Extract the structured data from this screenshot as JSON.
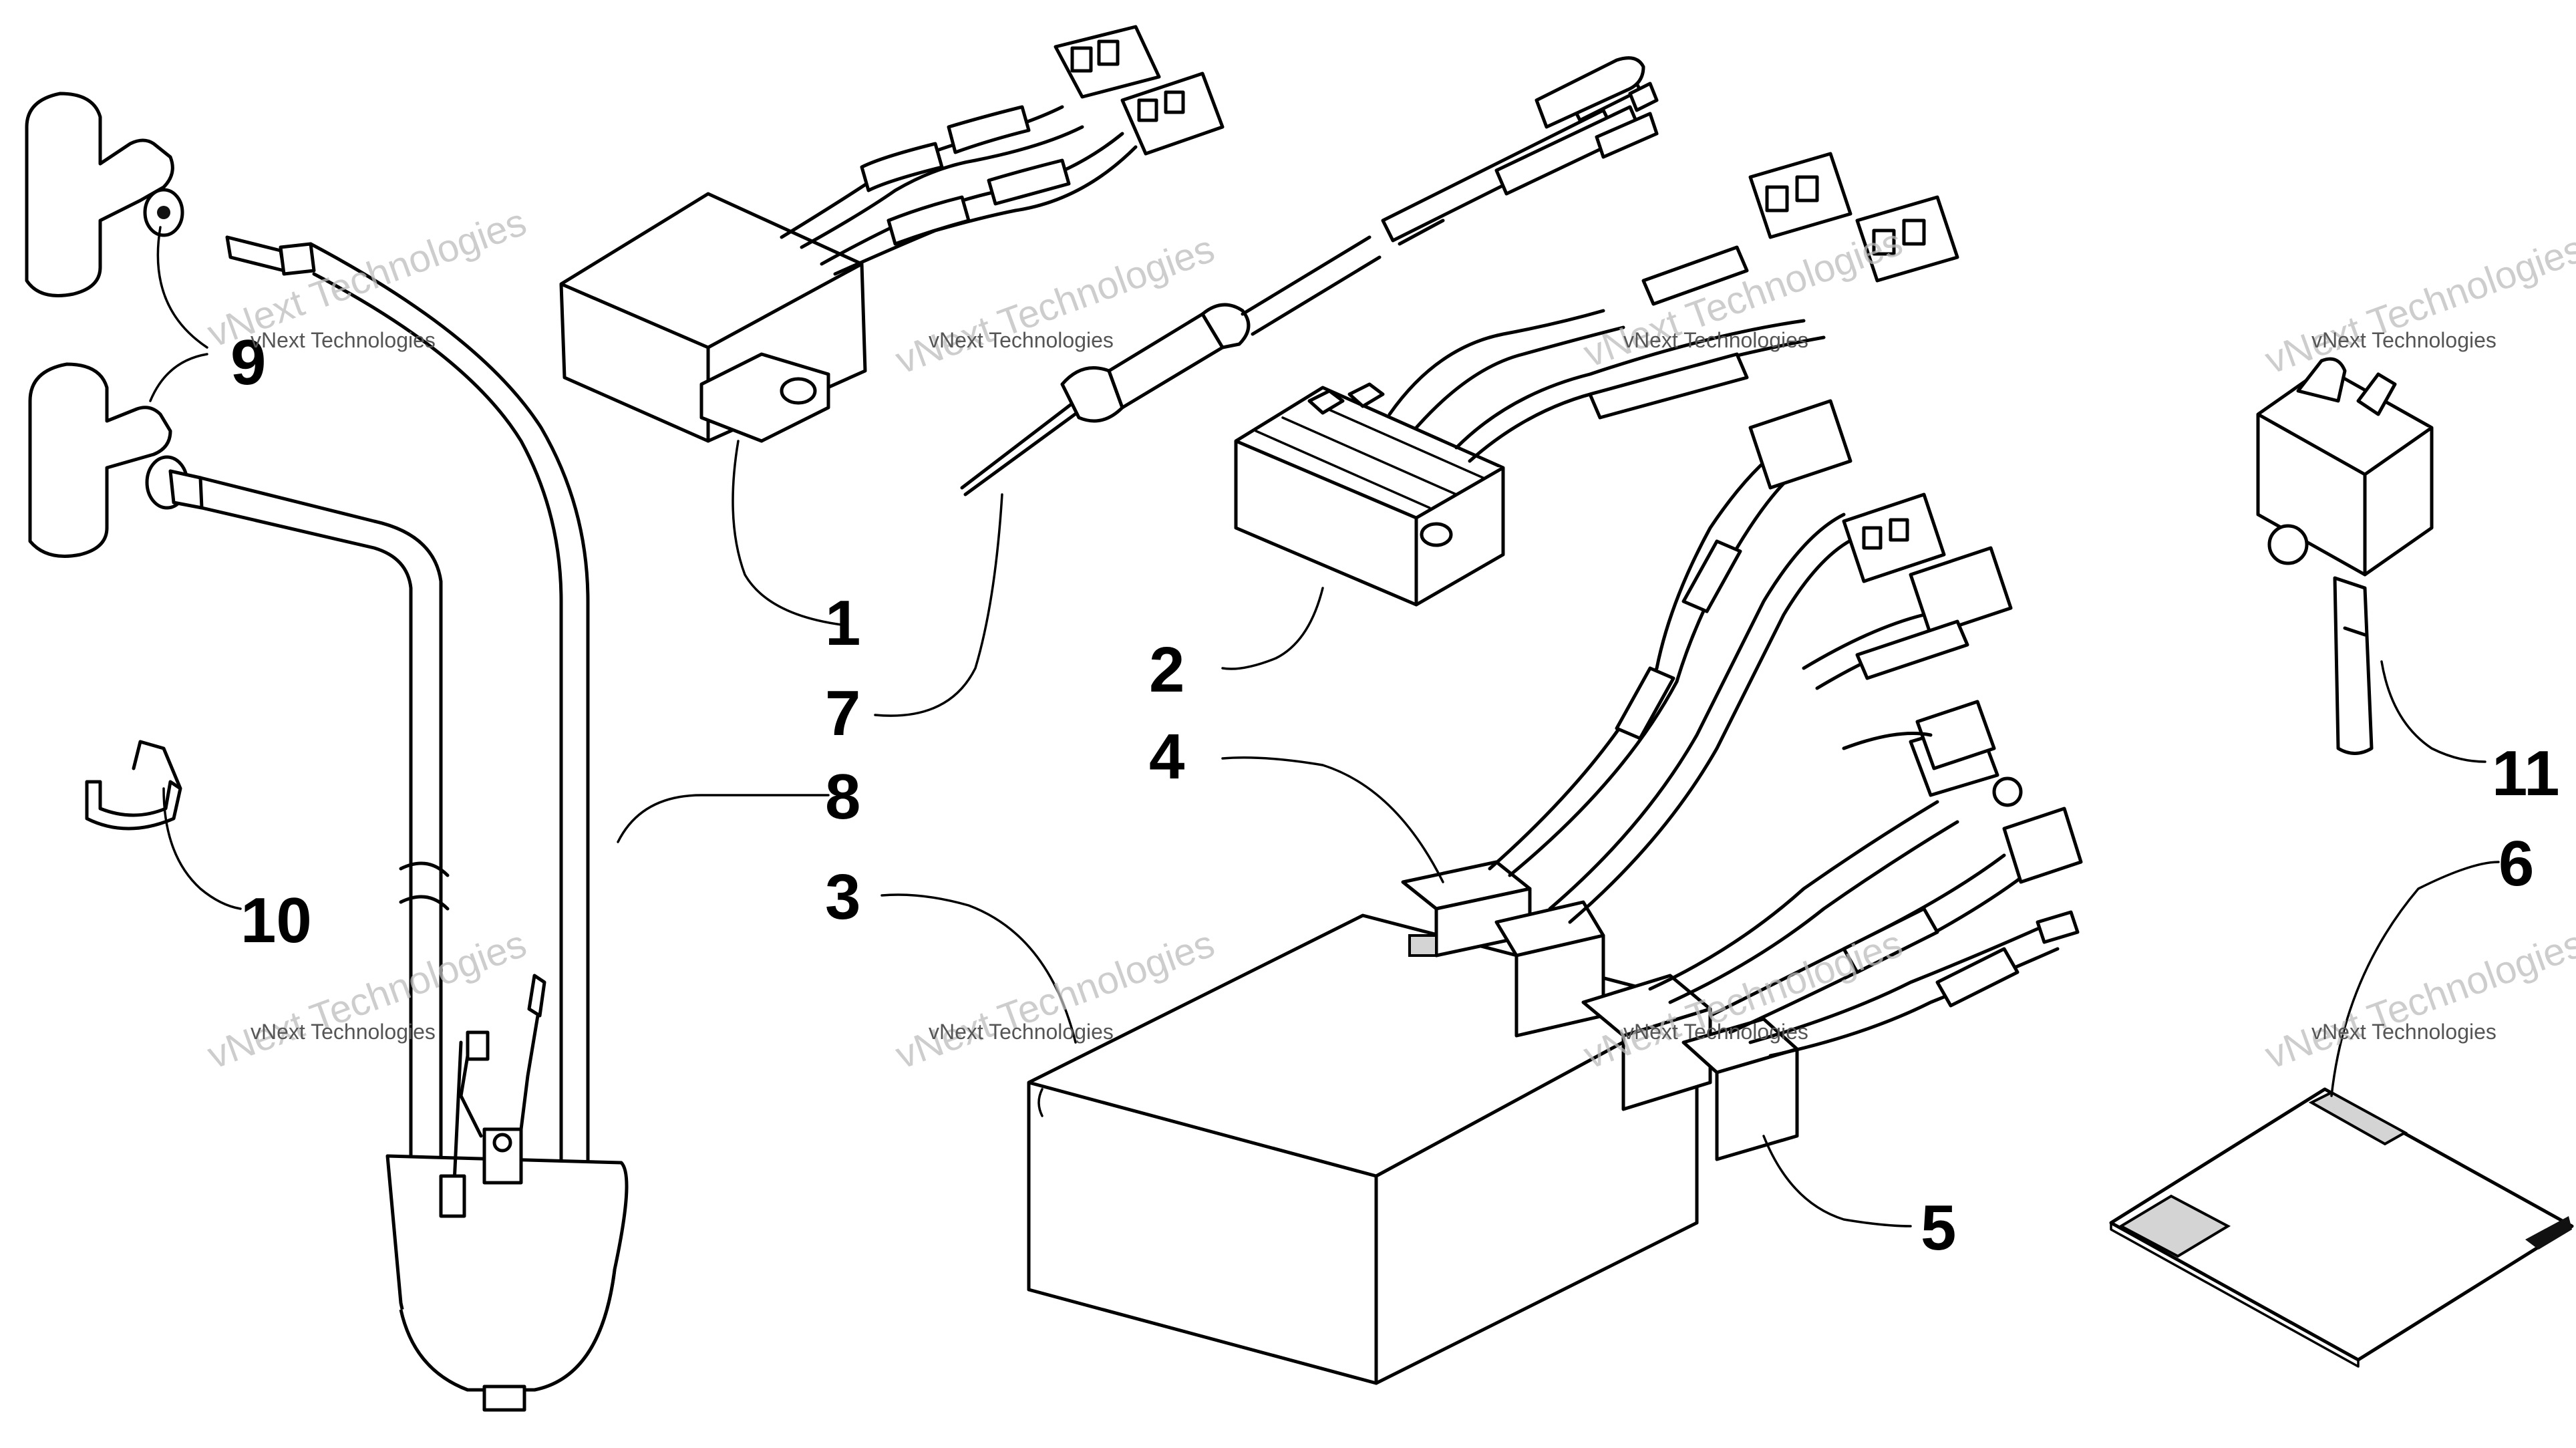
{
  "diagram": {
    "callouts": [
      "1",
      "2",
      "3",
      "4",
      "5",
      "6",
      "7",
      "8",
      "9",
      "10",
      "11"
    ],
    "watermark_large": "vNext Technologies",
    "watermark_small": "vNext Technologies"
  }
}
